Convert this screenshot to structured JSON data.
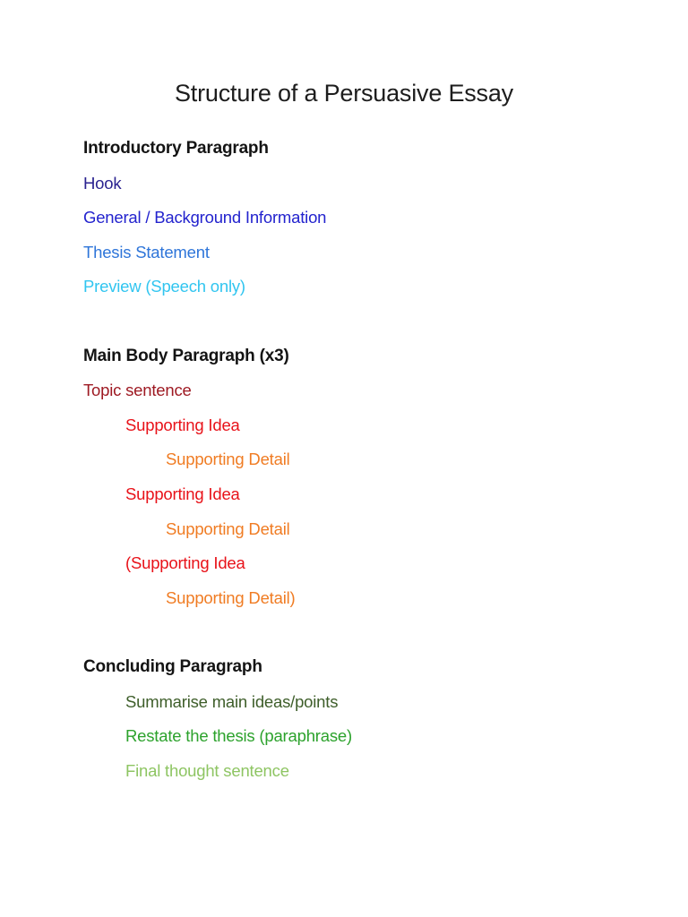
{
  "page": {
    "title": "Structure of a Persuasive Essay",
    "sections": [
      {
        "heading": "Introductory Paragraph",
        "items": [
          {
            "text": "Hook",
            "color": "#2B2390",
            "indent": 0
          },
          {
            "text": "General / Background Information",
            "color": "#2323CE",
            "indent": 0
          },
          {
            "text": "Thesis Statement",
            "color": "#2E75D9",
            "indent": 0
          },
          {
            "text": "Preview (Speech only)",
            "color": "#31C5F0",
            "indent": 0
          }
        ]
      },
      {
        "heading": "Main Body Paragraph (x3)",
        "items": [
          {
            "text": "Topic sentence",
            "color": "#9E1A23",
            "indent": 0
          },
          {
            "text": "Supporting Idea",
            "color": "#E81219",
            "indent": 1
          },
          {
            "text": "Supporting Detail",
            "color": "#F07C23",
            "indent": 2
          },
          {
            "text": "Supporting Idea",
            "color": "#E81219",
            "indent": 1
          },
          {
            "text": "Supporting Detail",
            "color": "#F07C23",
            "indent": 2
          },
          {
            "text": "(Supporting Idea",
            "color": "#E81219",
            "indent": 1
          },
          {
            "text": "Supporting Detail)",
            "color": "#F07C23",
            "indent": 2
          }
        ]
      },
      {
        "heading": "Concluding Paragraph",
        "items": [
          {
            "text": "Summarise main ideas/points",
            "color": "#3E5E2A",
            "indent": 1
          },
          {
            "text": "Restate the thesis (paraphrase)",
            "color": "#2CA22C",
            "indent": 1
          },
          {
            "text": "Final thought sentence",
            "color": "#8EC563",
            "indent": 1
          }
        ]
      }
    ]
  }
}
